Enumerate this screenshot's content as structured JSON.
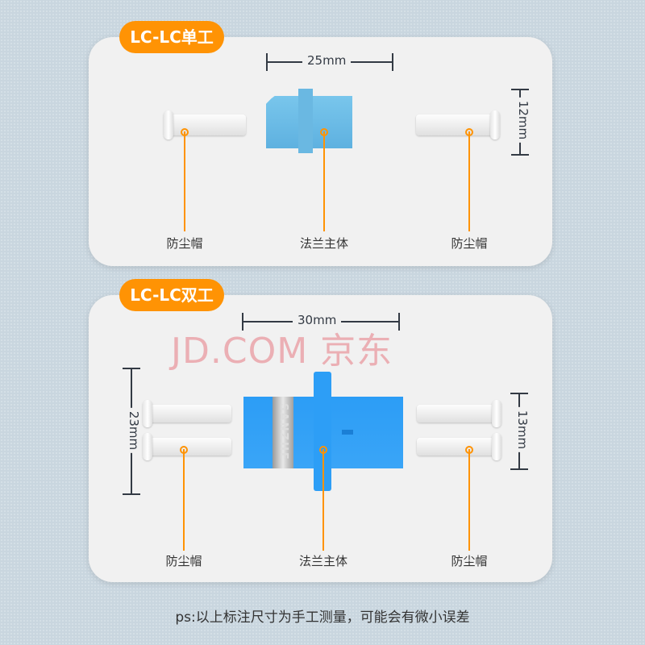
{
  "simplex": {
    "badge": "LC-LC单工",
    "width": "25mm",
    "height": "12mm",
    "labels": {
      "left_cap": "防尘帽",
      "body": "法兰主体",
      "right_cap": "防尘帽"
    }
  },
  "duplex": {
    "badge": "LC-LC双工",
    "width": "30mm",
    "height_left": "23mm",
    "height_right": "13mm",
    "brand": "SANZHE",
    "labels": {
      "left_cap": "防尘帽",
      "body": "法兰主体",
      "right_cap": "防尘帽"
    }
  },
  "watermark": "JD.COM 京东",
  "footer": "ps:以上标注尺寸为手工测量，可能会有微小误差",
  "colors": {
    "accent": "#ff9304",
    "simplex_blue": "#6bbde6",
    "duplex_blue": "#2b9cf5"
  }
}
